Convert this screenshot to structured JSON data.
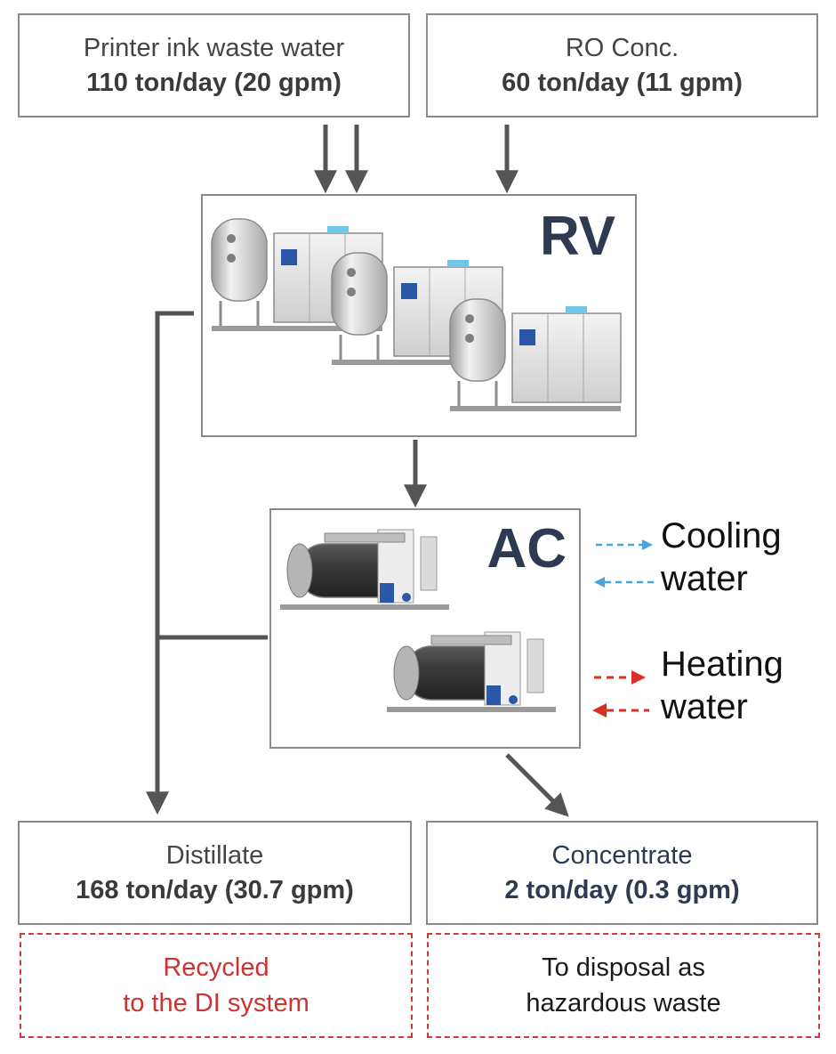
{
  "inputs": [
    {
      "name": "Printer ink waste water",
      "flow": "110 ton/day (20 gpm)"
    },
    {
      "name": "RO Conc.",
      "flow": "60 ton/day (11 gpm)"
    }
  ],
  "units": {
    "rv": {
      "label": "RV",
      "icon": "evaporator-units-icon"
    },
    "ac": {
      "label": "AC",
      "icon": "evaporator-units-icon"
    }
  },
  "legend": {
    "cooling": {
      "line1": "Cooling",
      "line2": "water",
      "color": "#4aa3e0"
    },
    "heating": {
      "line1": "Heating",
      "line2": "water",
      "color": "#d93025"
    }
  },
  "outputs": {
    "distillate": {
      "name": "Distillate",
      "flow": "168 ton/day (30.7 gpm)",
      "destination_line1": "Recycled",
      "destination_line2": "to the DI system"
    },
    "concentrate": {
      "name": "Concentrate",
      "flow": "2 ton/day (0.3 gpm)",
      "destination_line1": "To disposal as",
      "destination_line2": "hazardous waste"
    }
  }
}
